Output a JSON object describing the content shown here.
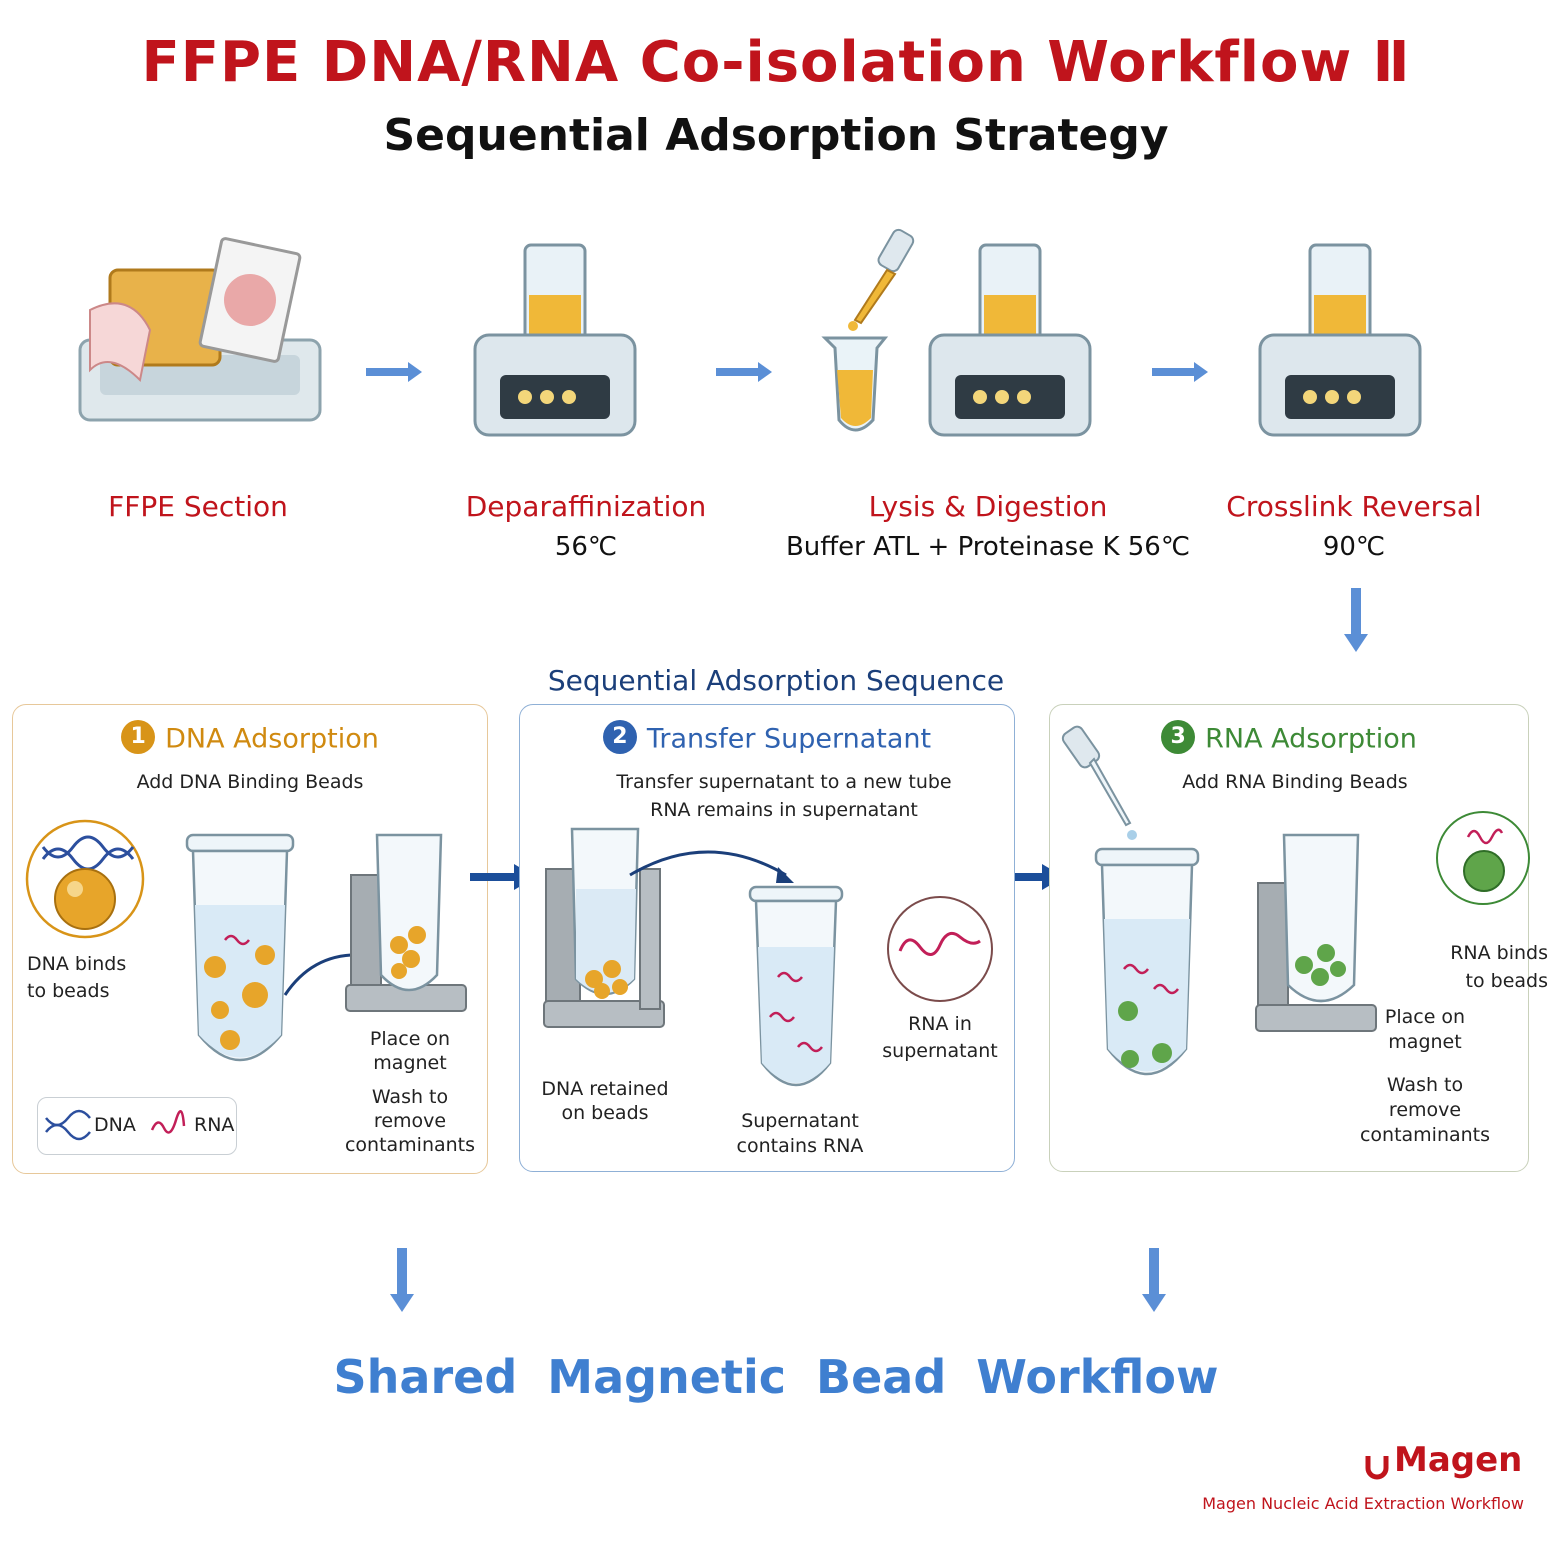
{
  "header": {
    "title": "FFPE DNA/RNA Co-isolation Workflow Ⅱ",
    "subtitle": "Sequential Adsorption Strategy"
  },
  "steps": [
    {
      "label": "FFPE Section",
      "detail": ""
    },
    {
      "label": "Deparaffinization",
      "detail": "56℃"
    },
    {
      "label": "Lysis & Digestion",
      "detail": "Buffer  ATL + Proteinase  K  56℃"
    },
    {
      "label": "Crosslink Reversal",
      "detail": "90℃"
    }
  ],
  "sequence": {
    "title": "Sequential Adsorption Sequence",
    "panels": [
      {
        "number": "1",
        "title": "DNA Adsorption",
        "subtitle": "Add DNA Binding Beads",
        "callout": "DNA binds\nto beads",
        "magnet_note": "Place on\nmagnet",
        "wash_note": "Wash to\nremove\ncontaminants",
        "legend": {
          "dna": "DNA",
          "rna": "RNA"
        }
      },
      {
        "number": "2",
        "title": "Transfer Supernatant",
        "line1": "Transfer supernatant to a new tube",
        "line2": "RNA remains in supernatant",
        "retained_note": "DNA retained\non beads",
        "tube_note": "Supernatant\ncontains RNA",
        "callout": "RNA in\nsupernatant"
      },
      {
        "number": "3",
        "title": "RNA Adsorption",
        "subtitle": "Add RNA Binding Beads",
        "callout": "RNA binds\nto beads",
        "magnet_note": "Place on\nmagnet",
        "wash_note": "Wash to\nremove\ncontaminants"
      }
    ]
  },
  "footer": {
    "title": "Shared  Magnetic  Bead  Workflow",
    "brand": "Magen",
    "tagline": "Magen Nucleic Acid Extraction Workflow"
  },
  "colors": {
    "title_red": "#c0141c",
    "dna_orange": "#d89418",
    "transfer_blue": "#2f62b0",
    "rna_green": "#3d8a36",
    "arrow_blue": "#5b8fd6"
  },
  "icons": [
    "ffpe-slide-icon",
    "heat-block-icon",
    "pipette-icon",
    "tube-icon",
    "magnet-rack-icon",
    "dna-helix-icon",
    "rna-strand-icon",
    "magnet-logo-icon"
  ]
}
